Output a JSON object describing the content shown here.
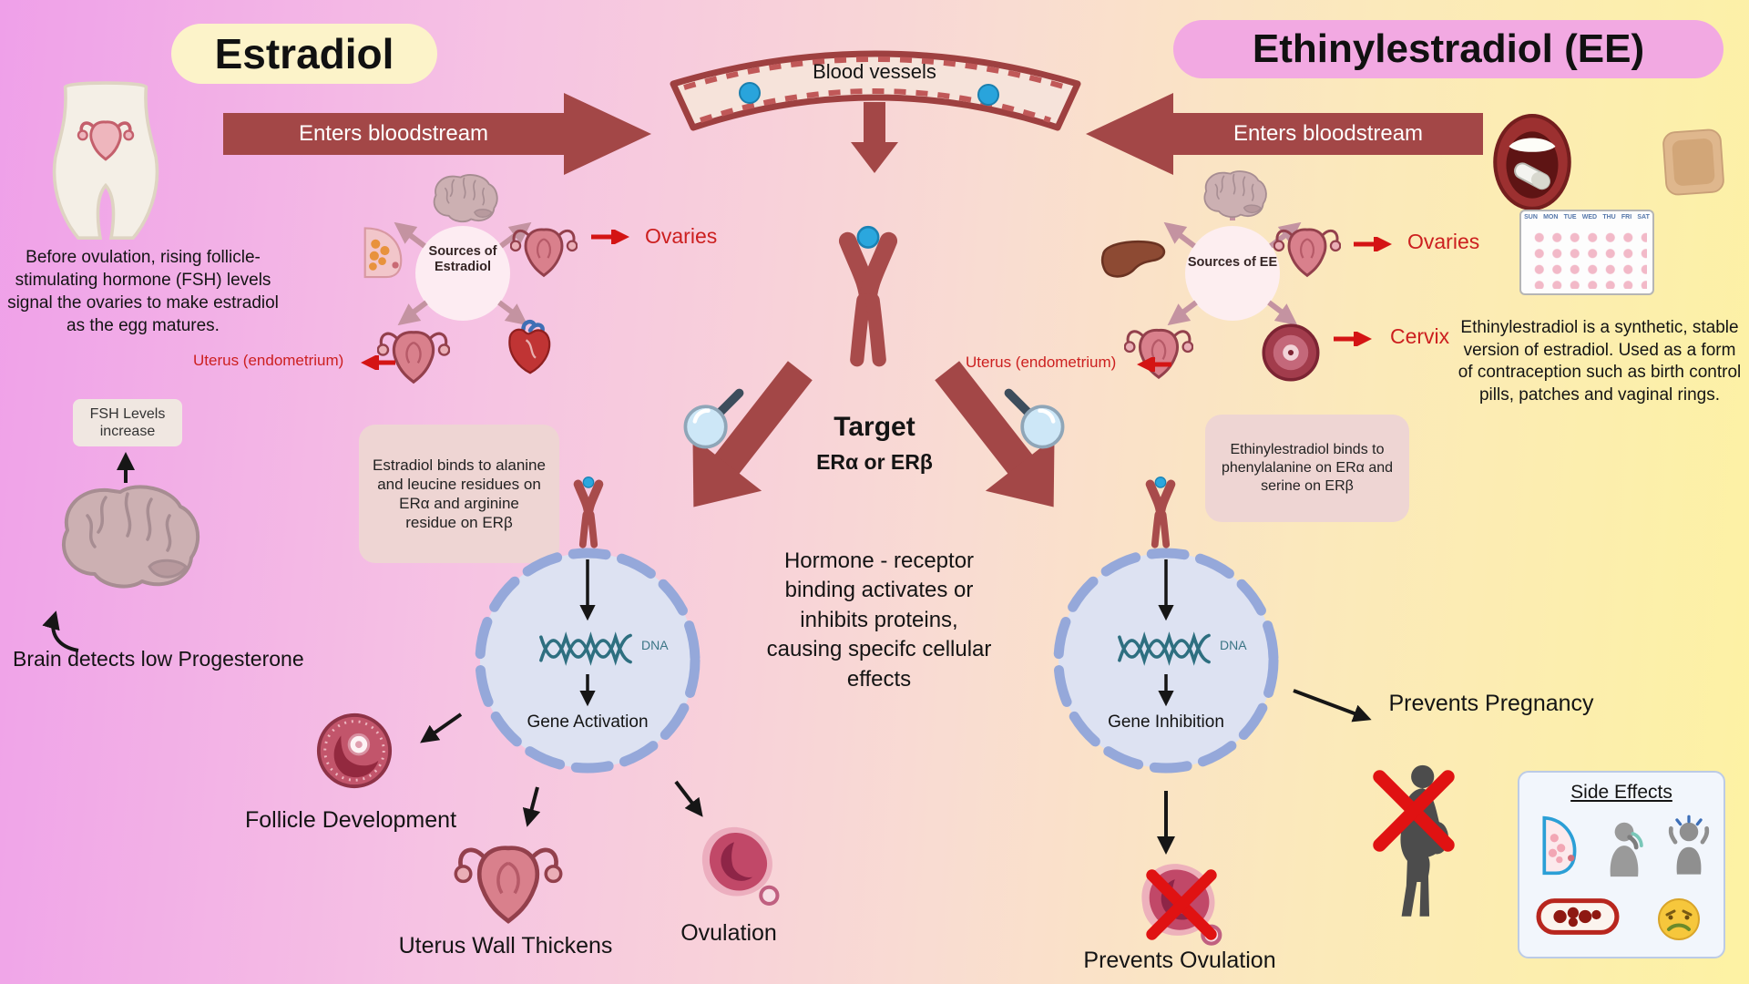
{
  "estradiol": {
    "title": "Estradiol",
    "enters_bloodstream": "Enters bloodstream",
    "intro_text": "Before ovulation, rising follicle-stimulating hormone (FSH) levels signal the ovaries to make estradiol as the egg matures.",
    "fsh_label": "FSH Levels increase",
    "brain_caption": "Brain detects low Progesterone",
    "sources_label": "Sources of Estradiol",
    "ovaries_label": "Ovaries",
    "uterus_label": "Uterus (endometrium)",
    "binding_text": "Estradiol binds to alanine and leucine residues on ERα and arginine residue on ERβ",
    "dna_label": "DNA",
    "gene_label": "Gene Activation",
    "outcome_follicle": "Follicle Development",
    "outcome_uterus": "Uterus Wall Thickens",
    "outcome_ovulation": "Ovulation"
  },
  "center": {
    "blood_vessels_label": "Blood vessels",
    "target_title": "Target",
    "target_subtitle": "ERα or ERβ",
    "mechanism_text": "Hormone - receptor binding activates or inhibits proteins, causing specifc cellular effects"
  },
  "ee": {
    "title": "Ethinylestradiol (EE)",
    "enters_bloodstream": "Enters bloodstream",
    "sources_label": "Sources of EE",
    "ovaries_label": "Ovaries",
    "cervix_label": "Cervix",
    "uterus_label": "Uterus (endometrium)",
    "info_text": "Ethinylestradiol is a synthetic, stable version of estradiol. Used as a form of contraception such as birth control pills, patches and vaginal rings.",
    "binding_text": "Ethinylestradiol binds to phenylalanine on ERα and serine on ERβ",
    "dna_label": "DNA",
    "gene_label": "Gene Inhibition",
    "outcome_pregnancy": "Prevents Pregnancy",
    "outcome_ovulation": "Prevents Ovulation",
    "side_effects_title": "Side Effects",
    "calendar_days": [
      "SUN",
      "MON",
      "TUE",
      "WED",
      "THU",
      "FRI",
      "SAT"
    ]
  },
  "colors": {
    "arrow_red": "#a34747",
    "label_red": "#cc1f1f",
    "dot_blue": "#29a4dc"
  }
}
